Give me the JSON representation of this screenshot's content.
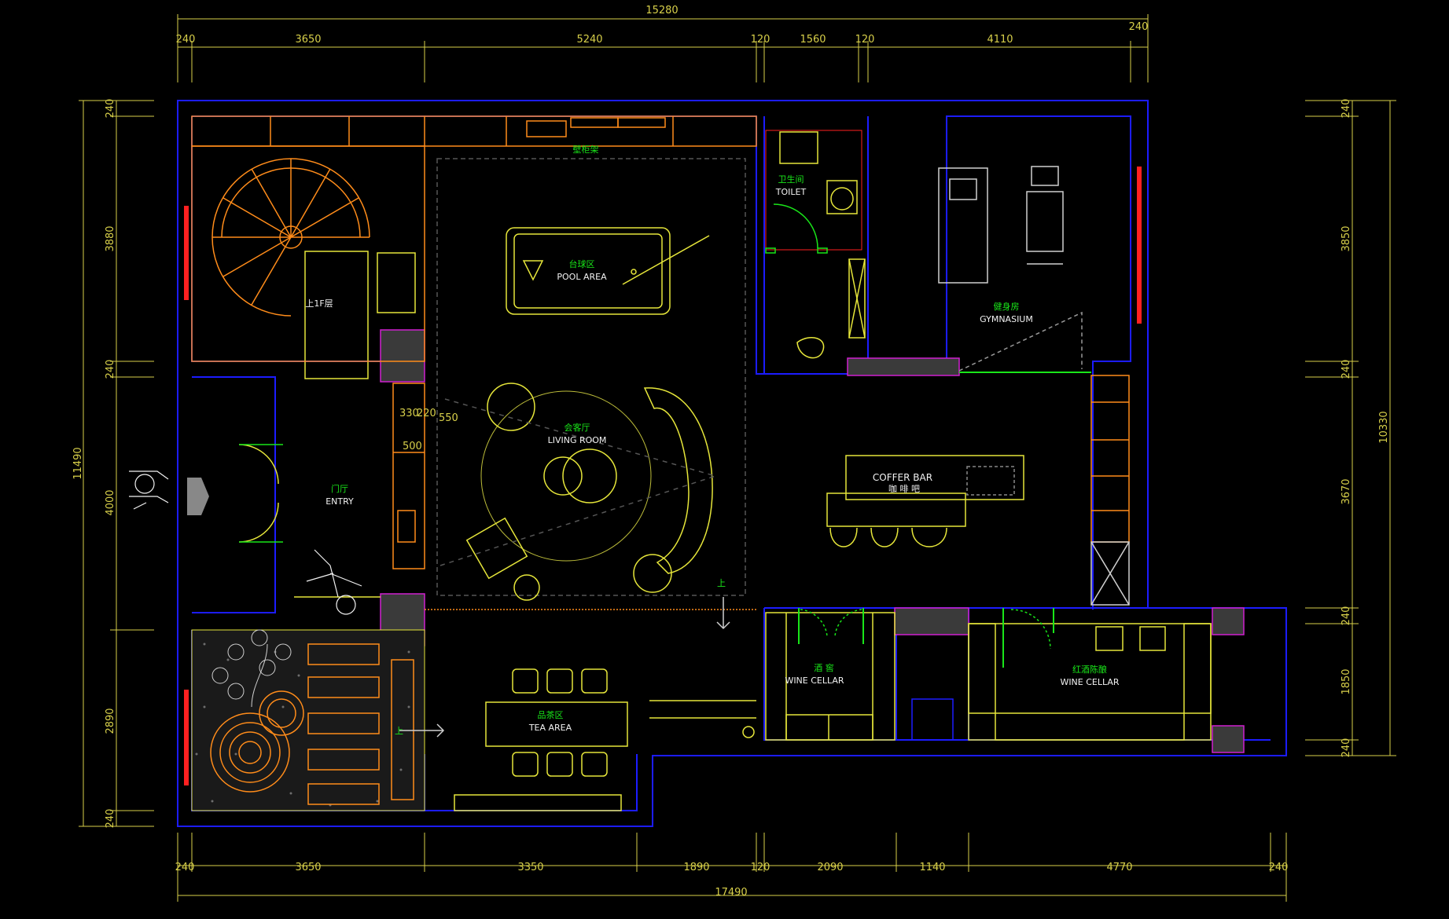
{
  "colors": {
    "background": "#000000",
    "wall": "#1c1cff",
    "furniture": "#e6e63a",
    "cabinet": "#ff8c1a",
    "label_cn": "#19e619",
    "label_en": "#f2f2f2",
    "dimension": "#d8d04a",
    "window": "#ff2020",
    "column": "#3a3a3a",
    "magenta": "#d020d0"
  },
  "dimensions": {
    "top_total": "15280",
    "top": [
      "240",
      "3650",
      "5240",
      "120",
      "1560",
      "120",
      "4110",
      "240"
    ],
    "bottom_total": "17490",
    "bottom": [
      "240",
      "3650",
      "3350",
      "1890",
      "120",
      "2090",
      "1140",
      "4770",
      "240"
    ],
    "left_total": "11490",
    "left": [
      "240",
      "3880",
      "240",
      "4000",
      "2890",
      "240"
    ],
    "right_total": "10330",
    "right": [
      "240",
      "3850",
      "240",
      "3670",
      "240",
      "1850",
      "240"
    ],
    "small": [
      "330",
      "220",
      "550",
      "500"
    ]
  },
  "rooms": {
    "pool": {
      "cn": "台球区",
      "en": "POOL AREA"
    },
    "living": {
      "cn": "会客厅",
      "en": "LIVING ROOM"
    },
    "entry": {
      "cn": "门厅",
      "en": "ENTRY"
    },
    "toilet": {
      "cn": "卫生间",
      "en": "TOILET"
    },
    "gym": {
      "cn": "健身房",
      "en": "GYMNASIUM"
    },
    "coffee": {
      "en": "COFFER BAR",
      "cn": "咖 啡 吧"
    },
    "wine1": {
      "cn": "酒 窖",
      "en": "WINE CELLAR"
    },
    "wine2": {
      "cn": "红酒陈酿",
      "en": "WINE CELLAR"
    },
    "tea": {
      "cn": "品茶区",
      "en": "TEA AREA"
    },
    "stair": {
      "cn": "上1F层"
    },
    "shelf": {
      "cn": "壁柜架"
    }
  },
  "markers": {
    "up": "上"
  }
}
